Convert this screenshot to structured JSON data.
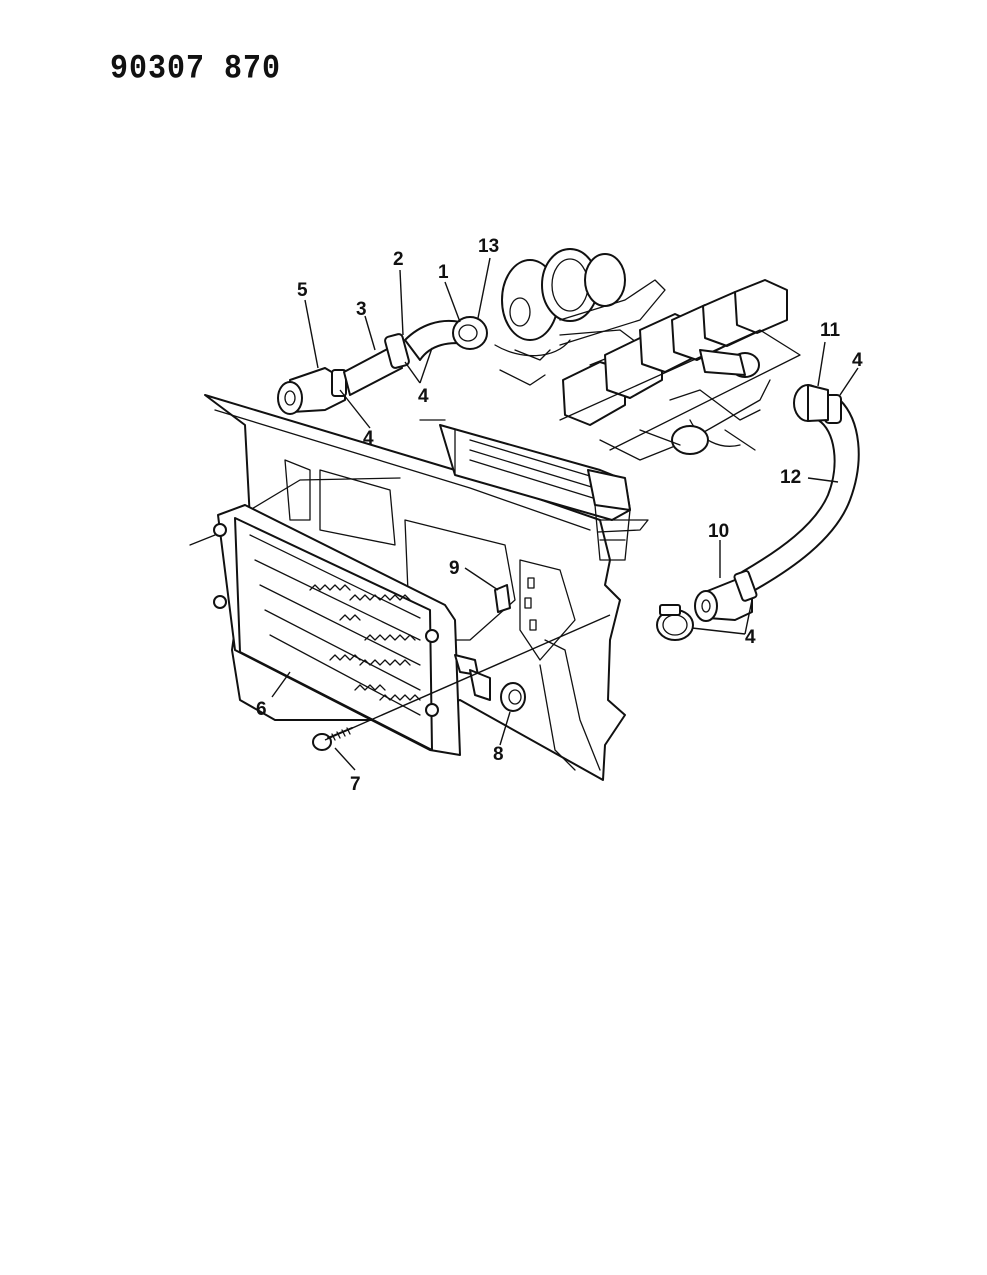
{
  "document": {
    "illustration_number": "90307 870"
  },
  "callouts": [
    {
      "id": "c1",
      "label": "1"
    },
    {
      "id": "c2",
      "label": "2"
    },
    {
      "id": "c3",
      "label": "3"
    },
    {
      "id": "c4a",
      "label": "4"
    },
    {
      "id": "c4b",
      "label": "4"
    },
    {
      "id": "c4c",
      "label": "4"
    },
    {
      "id": "c4d",
      "label": "4"
    },
    {
      "id": "c5",
      "label": "5"
    },
    {
      "id": "c6",
      "label": "6"
    },
    {
      "id": "c7",
      "label": "7"
    },
    {
      "id": "c8",
      "label": "8"
    },
    {
      "id": "c9",
      "label": "9"
    },
    {
      "id": "c10",
      "label": "10"
    },
    {
      "id": "c11",
      "label": "11"
    },
    {
      "id": "c12",
      "label": "12"
    },
    {
      "id": "c13",
      "label": "13"
    }
  ]
}
